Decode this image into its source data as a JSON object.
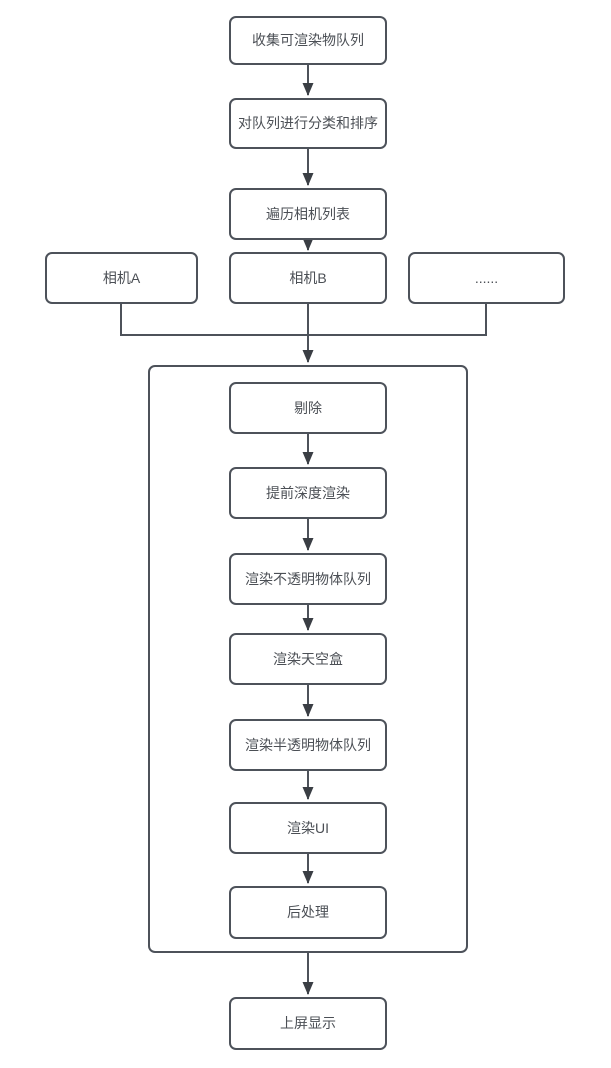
{
  "diagram": {
    "type": "flowchart",
    "nodes": {
      "collect": {
        "label": "收集可渲染物队列"
      },
      "sort": {
        "label": "对队列进行分类和排序"
      },
      "iterate_cameras": {
        "label": "遍历相机列表"
      },
      "camera_a": {
        "label": "相机A"
      },
      "camera_b": {
        "label": "相机B"
      },
      "camera_more": {
        "label": "......"
      },
      "cull": {
        "label": "剔除"
      },
      "early_depth": {
        "label": "提前深度渲染"
      },
      "render_opaque": {
        "label": "渲染不透明物体队列"
      },
      "render_skybox": {
        "label": "渲染天空盒"
      },
      "render_transparent": {
        "label": "渲染半透明物体队列"
      },
      "render_ui": {
        "label": "渲染UI"
      },
      "post_process": {
        "label": "后处理"
      },
      "display": {
        "label": "上屏显示"
      }
    },
    "edges": [
      {
        "from": "collect",
        "to": "sort"
      },
      {
        "from": "sort",
        "to": "iterate_cameras"
      },
      {
        "from": "iterate_cameras",
        "to": "camera_b"
      },
      {
        "from": "camera_a",
        "to": "per_camera_pipeline"
      },
      {
        "from": "camera_b",
        "to": "per_camera_pipeline"
      },
      {
        "from": "camera_more",
        "to": "per_camera_pipeline"
      },
      {
        "from": "cull",
        "to": "early_depth"
      },
      {
        "from": "early_depth",
        "to": "render_opaque"
      },
      {
        "from": "render_opaque",
        "to": "render_skybox"
      },
      {
        "from": "render_skybox",
        "to": "render_transparent"
      },
      {
        "from": "render_transparent",
        "to": "render_ui"
      },
      {
        "from": "render_ui",
        "to": "post_process"
      },
      {
        "from": "per_camera_pipeline",
        "to": "display"
      }
    ],
    "colors": {
      "background": "#ffffff",
      "node_fill": "#ffffff",
      "node_border": "#4d525a",
      "connector": "#4d525a",
      "arrowhead": "#3a3e44",
      "text": "#4b4f55"
    }
  }
}
